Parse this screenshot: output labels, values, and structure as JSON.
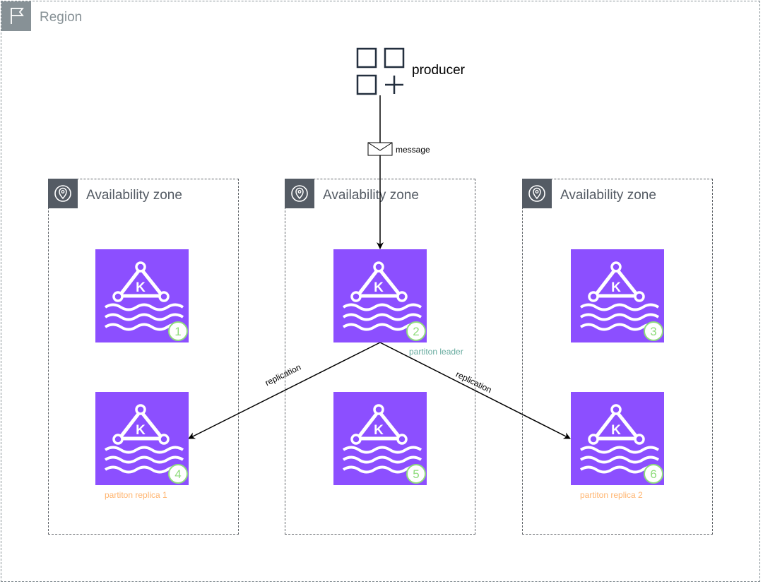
{
  "region": {
    "label": "Region"
  },
  "availability_zones": [
    {
      "label": "Availability zone"
    },
    {
      "label": "Availability zone"
    },
    {
      "label": "Availability zone"
    }
  ],
  "producer": {
    "label": "producer"
  },
  "message": {
    "label": "message"
  },
  "brokers": [
    {
      "number": "1",
      "broker_icon_letter": "K"
    },
    {
      "number": "2",
      "broker_icon_letter": "K",
      "role": "partiton leader"
    },
    {
      "number": "3",
      "broker_icon_letter": "K"
    },
    {
      "number": "4",
      "broker_icon_letter": "K",
      "role": "partiton replica 1"
    },
    {
      "number": "5",
      "broker_icon_letter": "K"
    },
    {
      "number": "6",
      "broker_icon_letter": "K",
      "role": "partiton replica 2"
    }
  ],
  "edges": [
    {
      "label": "replication"
    },
    {
      "label": "replication"
    }
  ],
  "colors": {
    "broker_fill": "#8c4fff",
    "badge": "#8fdc7c",
    "leader_text": "#67ab9f",
    "replica_text": "#ffb570",
    "region_gray": "#879196",
    "az_gray": "#545b64"
  }
}
